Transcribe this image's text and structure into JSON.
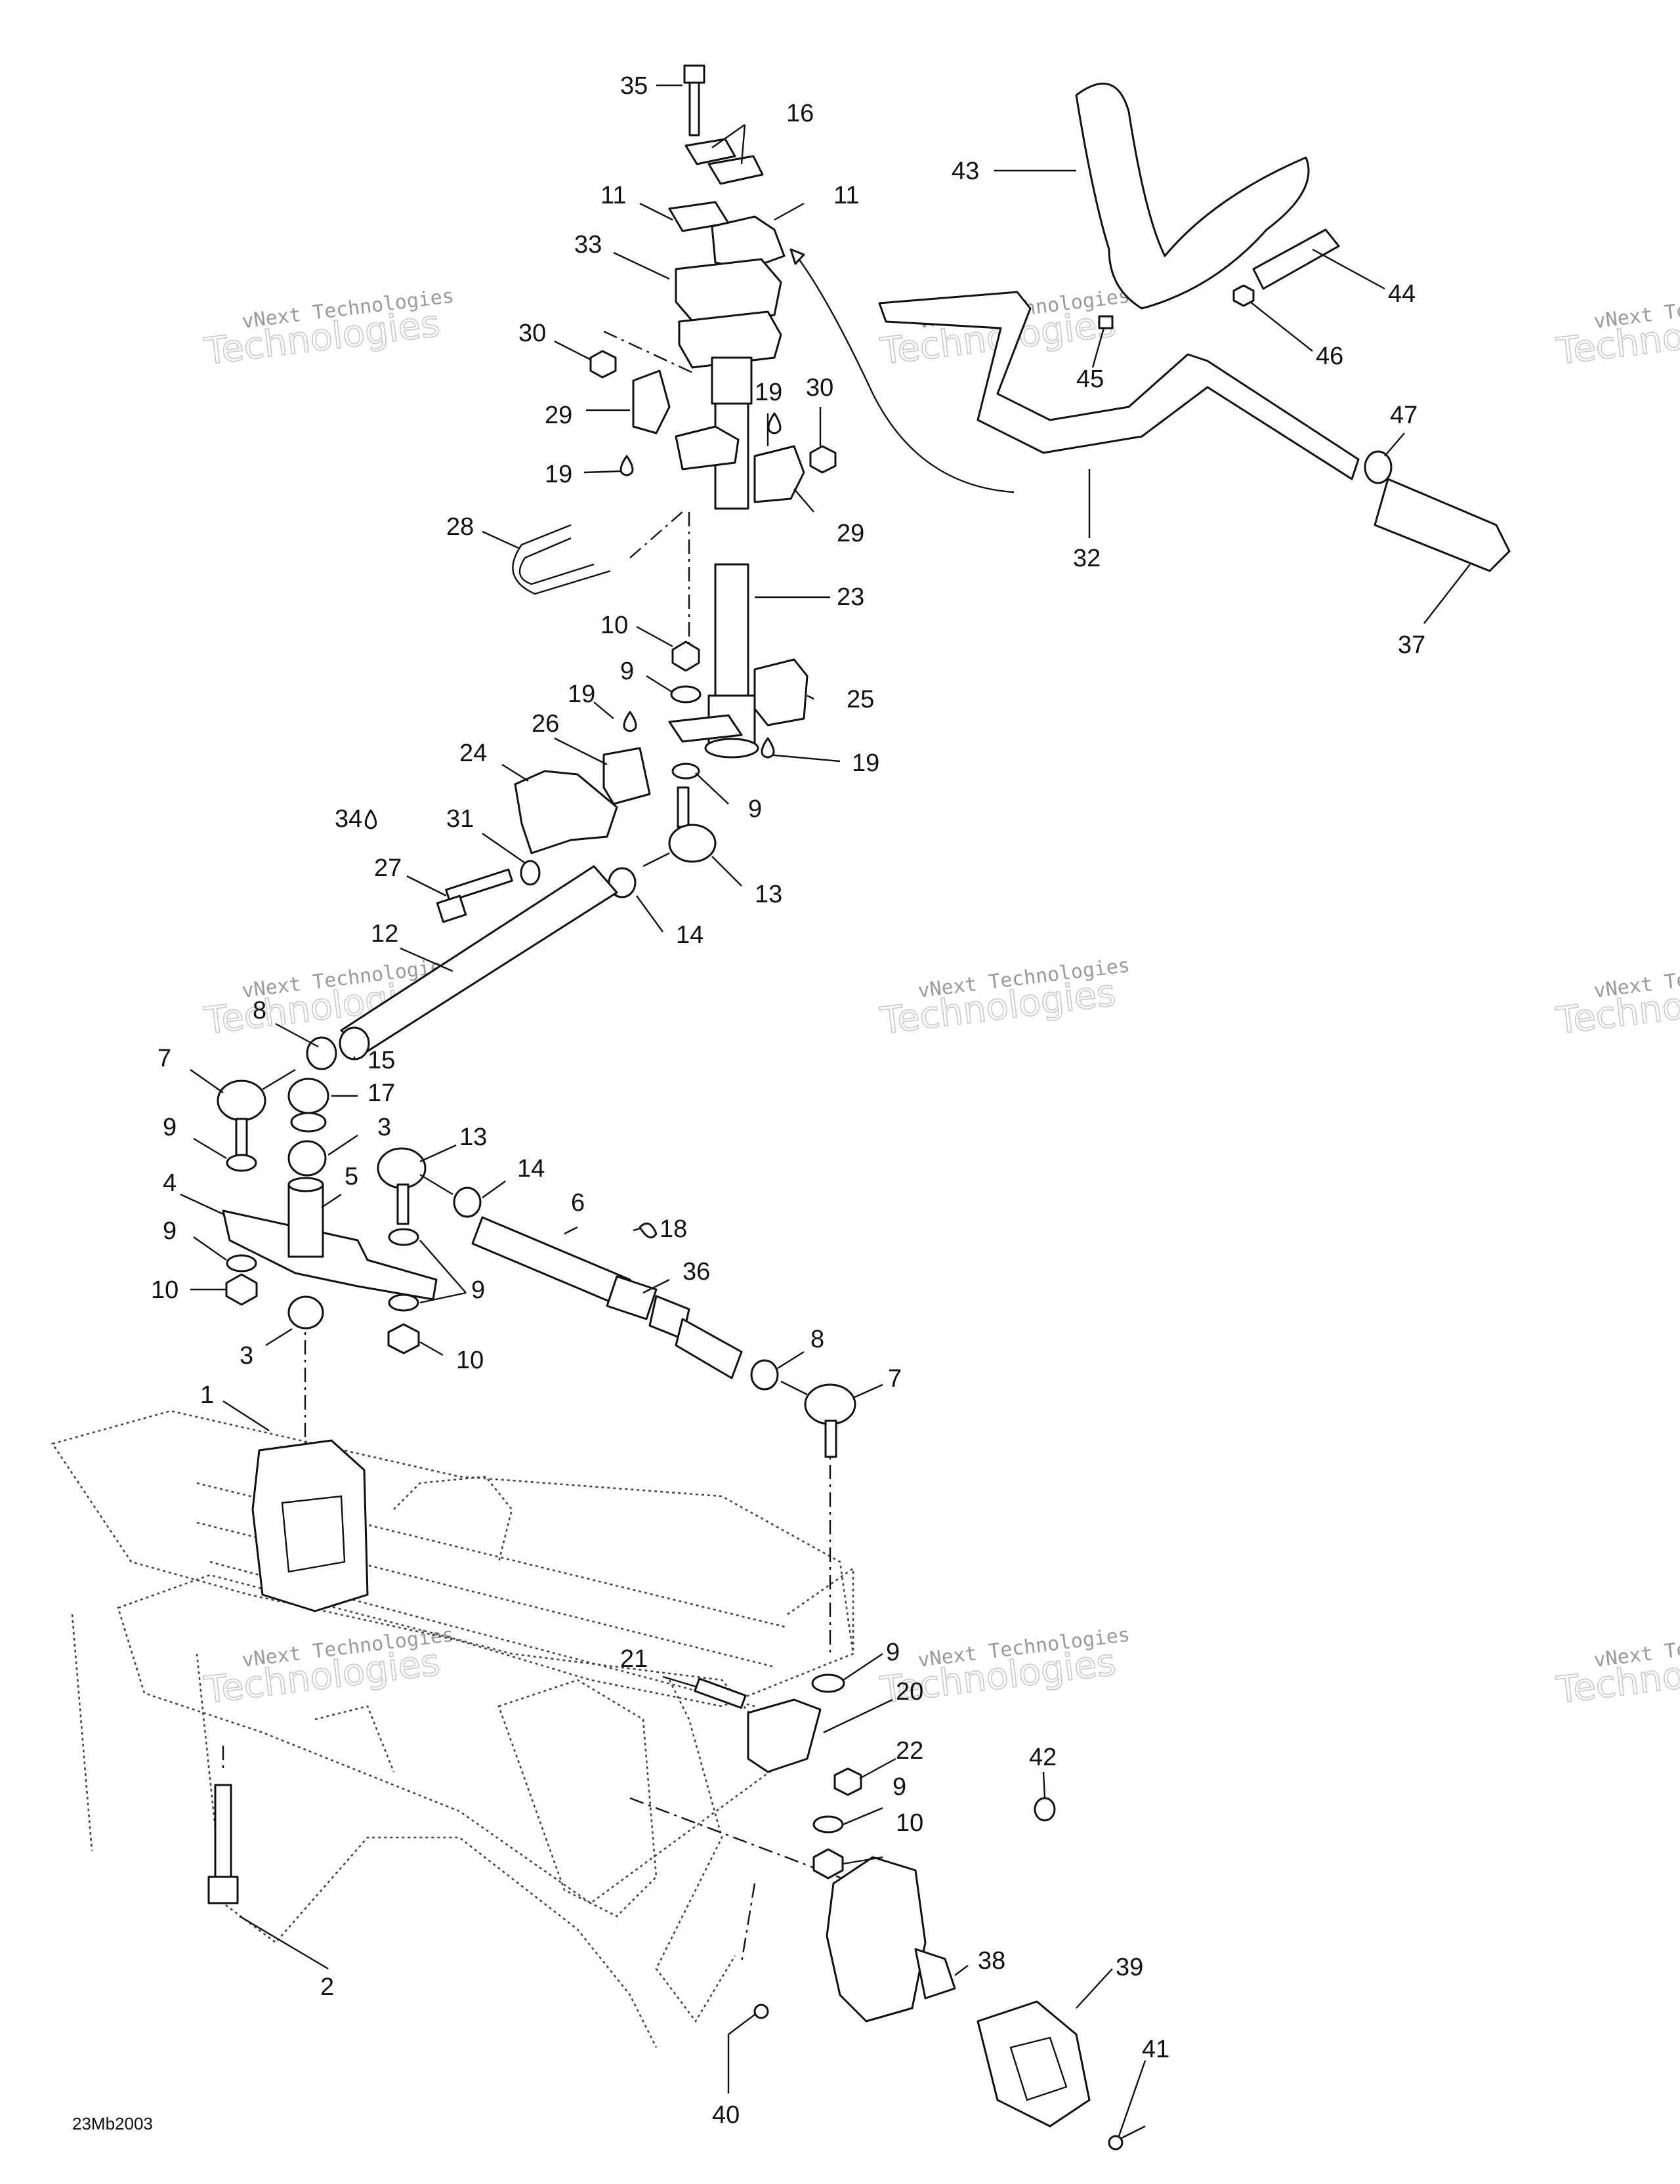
{
  "drawing_code": "23Mb2003",
  "watermark": {
    "line1": "vNext Technologies",
    "line2": "Technologies"
  },
  "callouts": [
    {
      "id": "c35",
      "text": "35"
    },
    {
      "id": "c16",
      "text": "16"
    },
    {
      "id": "c11a",
      "text": "11"
    },
    {
      "id": "c11b",
      "text": "11"
    },
    {
      "id": "c33",
      "text": "33"
    },
    {
      "id": "c30a",
      "text": "30"
    },
    {
      "id": "c29a",
      "text": "29"
    },
    {
      "id": "c19a",
      "text": "19"
    },
    {
      "id": "c19b",
      "text": "19"
    },
    {
      "id": "c30b",
      "text": "30"
    },
    {
      "id": "c29b",
      "text": "29"
    },
    {
      "id": "c28",
      "text": "28"
    },
    {
      "id": "c23",
      "text": "23"
    },
    {
      "id": "c10a",
      "text": "10"
    },
    {
      "id": "c9a",
      "text": "9"
    },
    {
      "id": "c19c",
      "text": "19"
    },
    {
      "id": "c25",
      "text": "25"
    },
    {
      "id": "c26",
      "text": "26"
    },
    {
      "id": "c19d",
      "text": "19"
    },
    {
      "id": "c24",
      "text": "24"
    },
    {
      "id": "c9b",
      "text": "9"
    },
    {
      "id": "c34",
      "text": "34"
    },
    {
      "id": "c31",
      "text": "31"
    },
    {
      "id": "c13a",
      "text": "13"
    },
    {
      "id": "c27",
      "text": "27"
    },
    {
      "id": "c14a",
      "text": "14"
    },
    {
      "id": "c12",
      "text": "12"
    },
    {
      "id": "c8a",
      "text": "8"
    },
    {
      "id": "c15",
      "text": "15"
    },
    {
      "id": "c7a",
      "text": "7"
    },
    {
      "id": "c17",
      "text": "17"
    },
    {
      "id": "c3a",
      "text": "3"
    },
    {
      "id": "c9c",
      "text": "9"
    },
    {
      "id": "c13b",
      "text": "13"
    },
    {
      "id": "c4",
      "text": "4"
    },
    {
      "id": "c5",
      "text": "5"
    },
    {
      "id": "c14b",
      "text": "14"
    },
    {
      "id": "c6",
      "text": "6"
    },
    {
      "id": "c9d",
      "text": "9"
    },
    {
      "id": "c18",
      "text": "18"
    },
    {
      "id": "c36",
      "text": "36"
    },
    {
      "id": "c9e",
      "text": "9"
    },
    {
      "id": "c10b",
      "text": "10"
    },
    {
      "id": "c3b",
      "text": "3"
    },
    {
      "id": "c10c",
      "text": "10"
    },
    {
      "id": "c8b",
      "text": "8"
    },
    {
      "id": "c7b",
      "text": "7"
    },
    {
      "id": "c1",
      "text": "1"
    },
    {
      "id": "c43",
      "text": "43"
    },
    {
      "id": "c44",
      "text": "44"
    },
    {
      "id": "c45",
      "text": "45"
    },
    {
      "id": "c46",
      "text": "46"
    },
    {
      "id": "c47",
      "text": "47"
    },
    {
      "id": "c32",
      "text": "32"
    },
    {
      "id": "c37",
      "text": "37"
    },
    {
      "id": "c21",
      "text": "21"
    },
    {
      "id": "c9f",
      "text": "9"
    },
    {
      "id": "c20",
      "text": "20"
    },
    {
      "id": "c22",
      "text": "22"
    },
    {
      "id": "c9g",
      "text": "9"
    },
    {
      "id": "c42",
      "text": "42"
    },
    {
      "id": "c10d",
      "text": "10"
    },
    {
      "id": "c2",
      "text": "2"
    },
    {
      "id": "c38",
      "text": "38"
    },
    {
      "id": "c39",
      "text": "39"
    },
    {
      "id": "c41",
      "text": "41"
    },
    {
      "id": "c40",
      "text": "40"
    }
  ]
}
